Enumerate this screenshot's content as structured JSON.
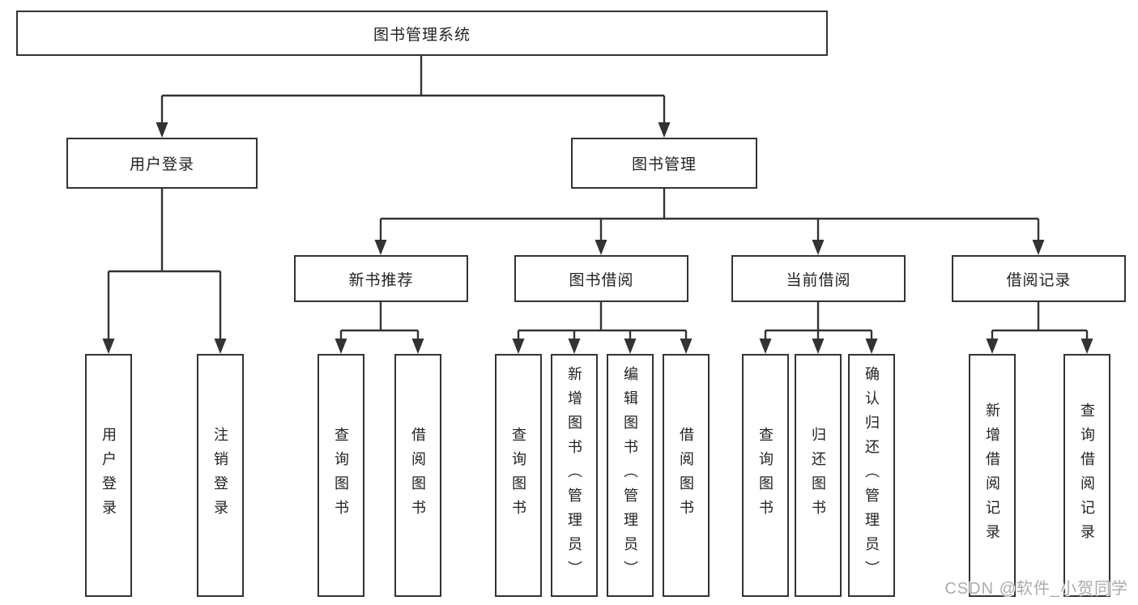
{
  "nodes": {
    "root": "图书管理系统",
    "level2": [
      "用户登录",
      "图书管理"
    ],
    "level3": [
      "新书推荐",
      "图书借阅",
      "当前借阅",
      "借阅记录"
    ],
    "leaves_login": [
      "用户登录",
      "注销登录"
    ],
    "leaves_recommend": [
      "查询图书",
      "借阅图书"
    ],
    "leaves_borrow": [
      "查询图书",
      "新增图书（管理员）",
      "编辑图书（管理员）",
      "借阅图书"
    ],
    "leaves_current": [
      "查询图书",
      "归还图书",
      "确认归还（管理员）"
    ],
    "leaves_records": [
      "新增借阅记录",
      "查询借阅记录"
    ]
  },
  "watermark": "CSDN @软件_小贺同学",
  "colors": {
    "line": "#333333",
    "box_border": "#333333",
    "text": "#222222",
    "background": "#ffffff",
    "watermark": "#ababab"
  }
}
